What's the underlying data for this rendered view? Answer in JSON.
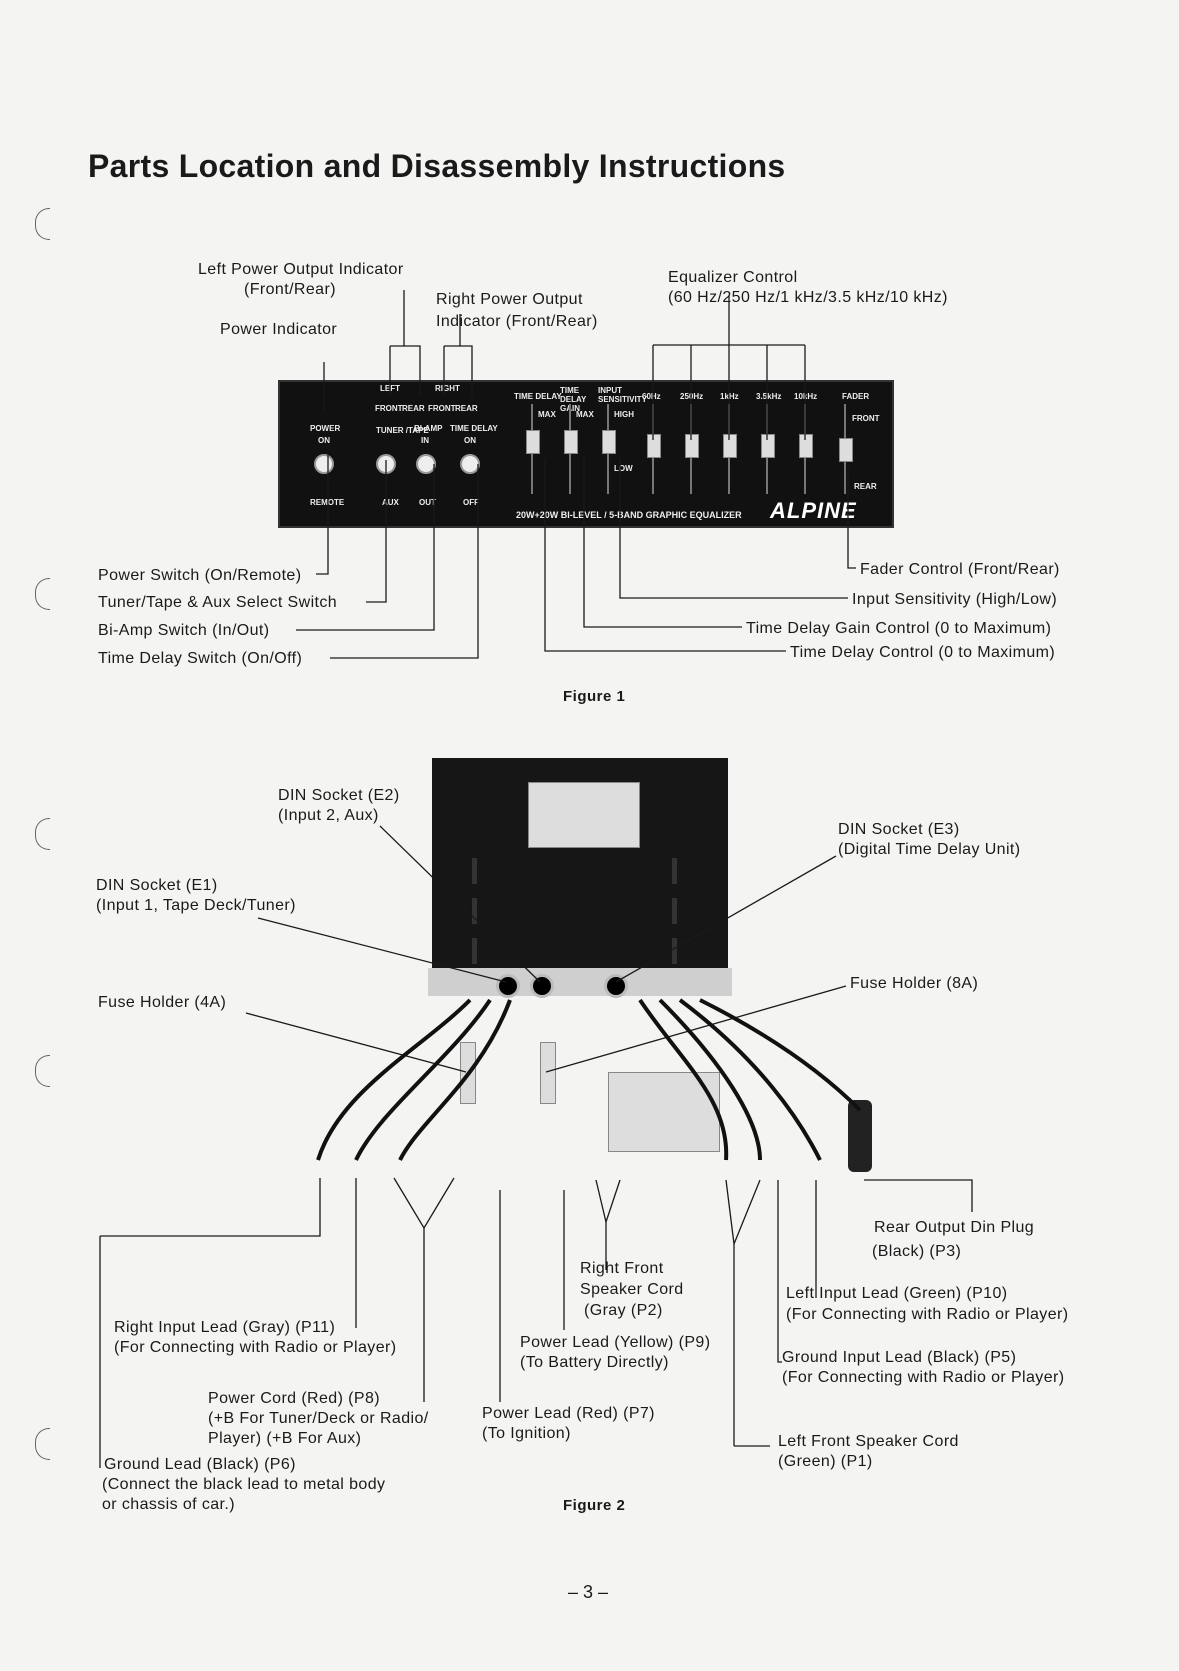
{
  "title": "Parts Location and Disassembly Instructions",
  "figure1": {
    "caption": "Figure 1",
    "labels": {
      "left_power_output_indicator_1": "Left Power Output Indicator",
      "left_power_output_indicator_2": "(Front/Rear)",
      "power_indicator": "Power Indicator",
      "right_power_output_1": "Right Power Output",
      "right_power_output_2": "Indicator (Front/Rear)",
      "equalizer_control_1": "Equalizer Control",
      "equalizer_control_2": "(60 Hz/250 Hz/1 kHz/3.5 kHz/10 kHz)",
      "power_switch": "Power Switch (On/Remote)",
      "tuner_tape_switch": "Tuner/Tape & Aux Select Switch",
      "bi_amp_switch": "Bi-Amp Switch (In/Out)",
      "time_delay_switch": "Time Delay Switch (On/Off)",
      "fader_control": "Fader Control (Front/Rear)",
      "input_sensitivity": "Input Sensitivity (High/Low)",
      "time_delay_gain": "Time Delay Gain Control (0 to Maximum)",
      "time_delay_control": "Time Delay Control (0 to Maximum)"
    },
    "panel": {
      "power": "POWER",
      "on": "ON",
      "remote": "REMOTE",
      "tuner_tape": "TUNER\n/TAPE",
      "aux": "AUX",
      "bi_amp": "BI-AMP",
      "in": "IN",
      "out": "OUT",
      "time_delay": "TIME DELAY",
      "on2": "ON",
      "off": "OFF",
      "left": "LEFT",
      "right": "RIGHT",
      "front": "FRONT",
      "rear": "REAR",
      "front2": "FRONT",
      "rear2": "REAR",
      "td": "TIME DELAY",
      "td_gain": "TIME DELAY GAIN",
      "input_sens": "INPUT SENSITIVITY",
      "max": "MAX",
      "max2": "MAX",
      "high": "HIGH",
      "low": "LOW",
      "eq_60": "60Hz",
      "eq_250": "250Hz",
      "eq_1k": "1kHz",
      "eq_35k": "3.5kHz",
      "eq_10k": "10kHz",
      "fader": "FADER",
      "fader_front": "FRONT",
      "fader_rear": "REAR",
      "model": "20W+20W BI-LEVEL / 5-BAND GRAPHIC EQUALIZER",
      "brand": "ALPINE"
    }
  },
  "figure2": {
    "caption": "Figure 2",
    "labels": {
      "din_e2_1": "DIN Socket (E2)",
      "din_e2_2": "(Input 2, Aux)",
      "din_e3_1": "DIN Socket (E3)",
      "din_e3_2": "(Digital Time Delay Unit)",
      "din_e1_1": "DIN Socket (E1)",
      "din_e1_2": "(Input 1, Tape Deck/Tuner)",
      "fuse_8a": "Fuse Holder (8A)",
      "fuse_4a": "Fuse Holder (4A)",
      "rear_output_1": "Rear Output Din Plug",
      "rear_output_2": "(Black) (P3)",
      "right_front_1": "Right Front",
      "right_front_2": "Speaker Cord",
      "right_front_3": "(Gray (P2)",
      "left_input_1": "Left Input Lead (Green) (P10)",
      "left_input_2": "(For Connecting with Radio or Player)",
      "right_input_1": "Right Input Lead (Gray) (P11)",
      "right_input_2": "(For Connecting with Radio or Player)",
      "power_lead_yellow_1": "Power Lead (Yellow) (P9)",
      "power_lead_yellow_2": "(To Battery Directly)",
      "ground_input_1": "Ground Input Lead (Black) (P5)",
      "ground_input_2": "(For Connecting with Radio or Player)",
      "power_cord_1": "Power Cord (Red) (P8)",
      "power_cord_2": "(+B For Tuner/Deck or Radio/",
      "power_cord_3": "Player) (+B For Aux)",
      "power_lead_red_1": "Power Lead (Red) (P7)",
      "power_lead_red_2": "(To Ignition)",
      "left_front_1": "Left Front Speaker Cord",
      "left_front_2": "(Green) (P1)",
      "ground_lead_1": "Ground Lead (Black) (P6)",
      "ground_lead_2": "(Connect the black lead to metal body",
      "ground_lead_3": "or chassis of car.)"
    }
  },
  "page_number": "– 3 –"
}
